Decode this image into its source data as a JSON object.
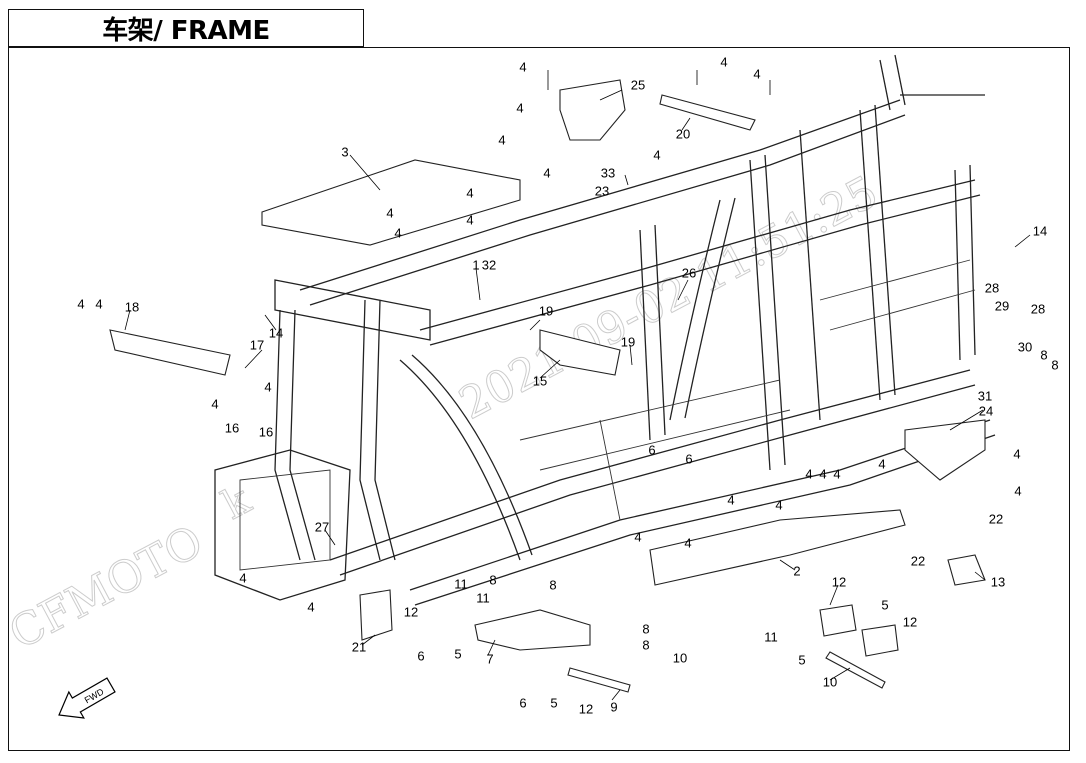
{
  "title": "车架/ FRAME",
  "watermark": {
    "brand": "CFMOTO",
    "brand_fragment": "k",
    "timestamp": "2021-09-02 11:51:25"
  },
  "fwd_label": "FWD",
  "callouts": [
    "1",
    "2",
    "3",
    "4",
    "5",
    "6",
    "7",
    "8",
    "9",
    "10",
    "11",
    "12",
    "13",
    "14",
    "15",
    "16",
    "17",
    "18",
    "19",
    "20",
    "21",
    "22",
    "23",
    "24",
    "25",
    "26",
    "27",
    "28",
    "29",
    "30",
    "31",
    "32",
    "33"
  ],
  "colors": {
    "line": "#222222",
    "watermark": "#bbbbbb",
    "background": "#ffffff"
  }
}
